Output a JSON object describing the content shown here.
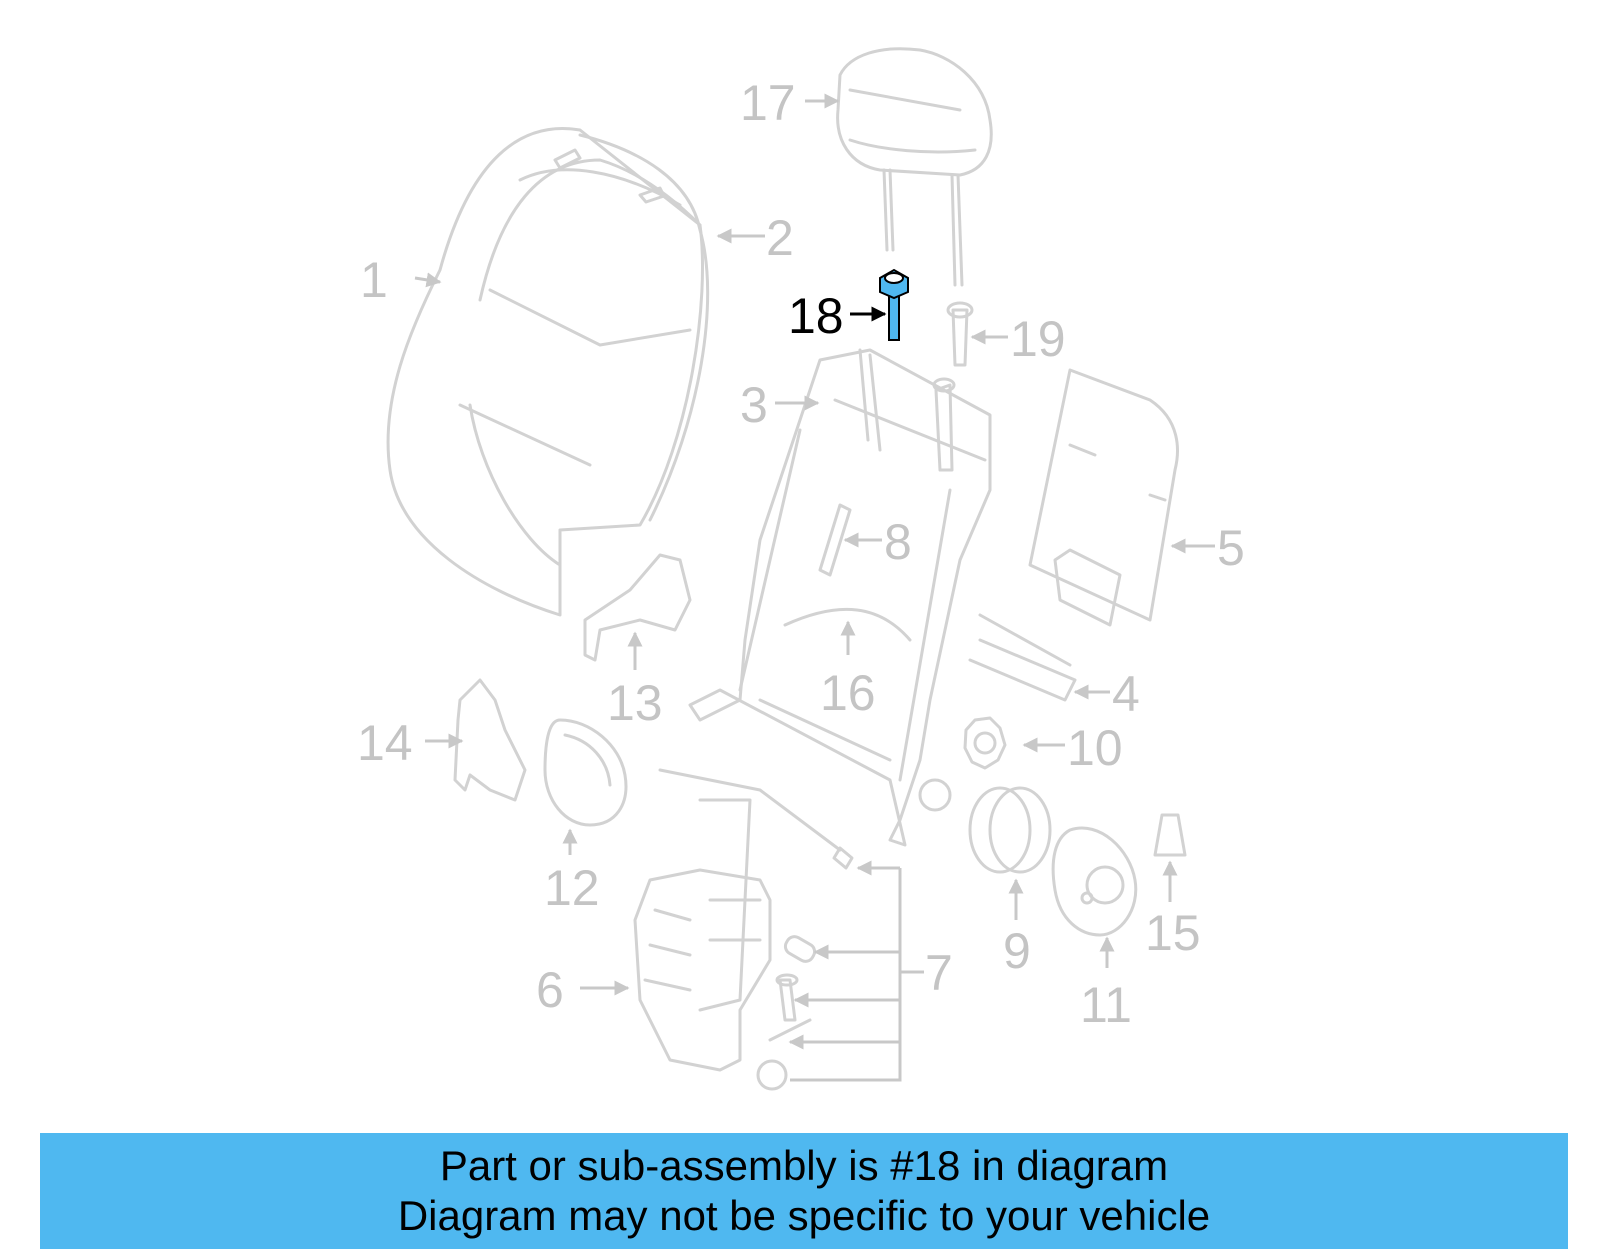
{
  "diagram": {
    "highlight_part": "18",
    "highlight_color": "#4fb8f0",
    "callouts": [
      "1",
      "2",
      "3",
      "4",
      "5",
      "6",
      "7",
      "8",
      "9",
      "10",
      "11",
      "12",
      "13",
      "14",
      "15",
      "16",
      "17",
      "18",
      "19"
    ]
  },
  "banner": {
    "line1": "Part or sub-assembly is #18 in diagram",
    "line2": "Diagram may not be specific to your vehicle",
    "color": "#4fb8f0"
  }
}
